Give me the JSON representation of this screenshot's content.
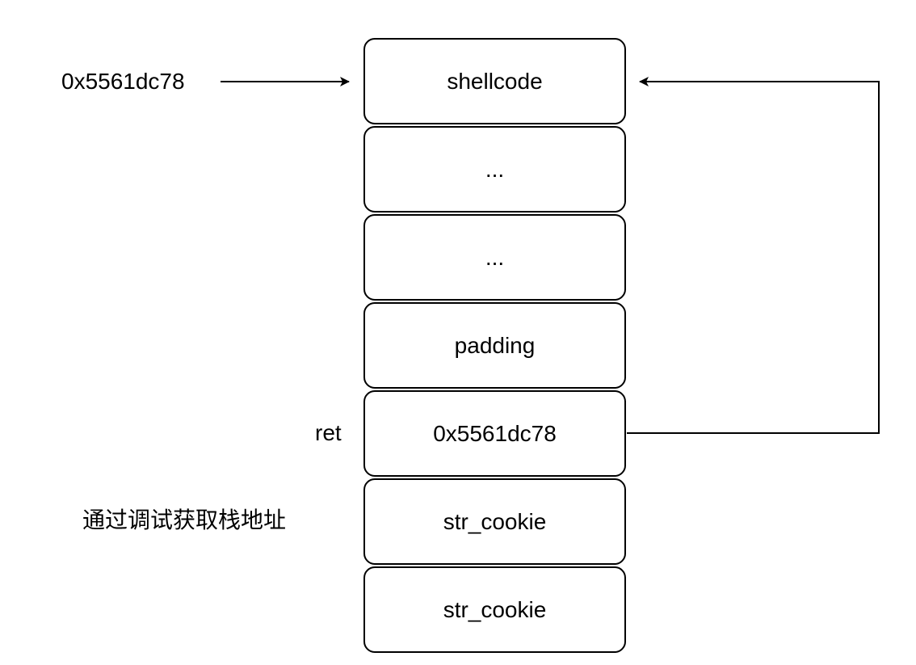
{
  "stack": {
    "cells": [
      {
        "label": "shellcode"
      },
      {
        "label": "..."
      },
      {
        "label": "..."
      },
      {
        "label": "padding"
      },
      {
        "label": "0x5561dc78"
      },
      {
        "label": "str_cookie"
      },
      {
        "label": "str_cookie"
      }
    ]
  },
  "annotations": {
    "entry_address": "0x5561dc78",
    "ret_label": "ret",
    "note": "通过调试获取栈地址"
  },
  "colors": {
    "stroke": "#000000",
    "background": "#ffffff"
  }
}
